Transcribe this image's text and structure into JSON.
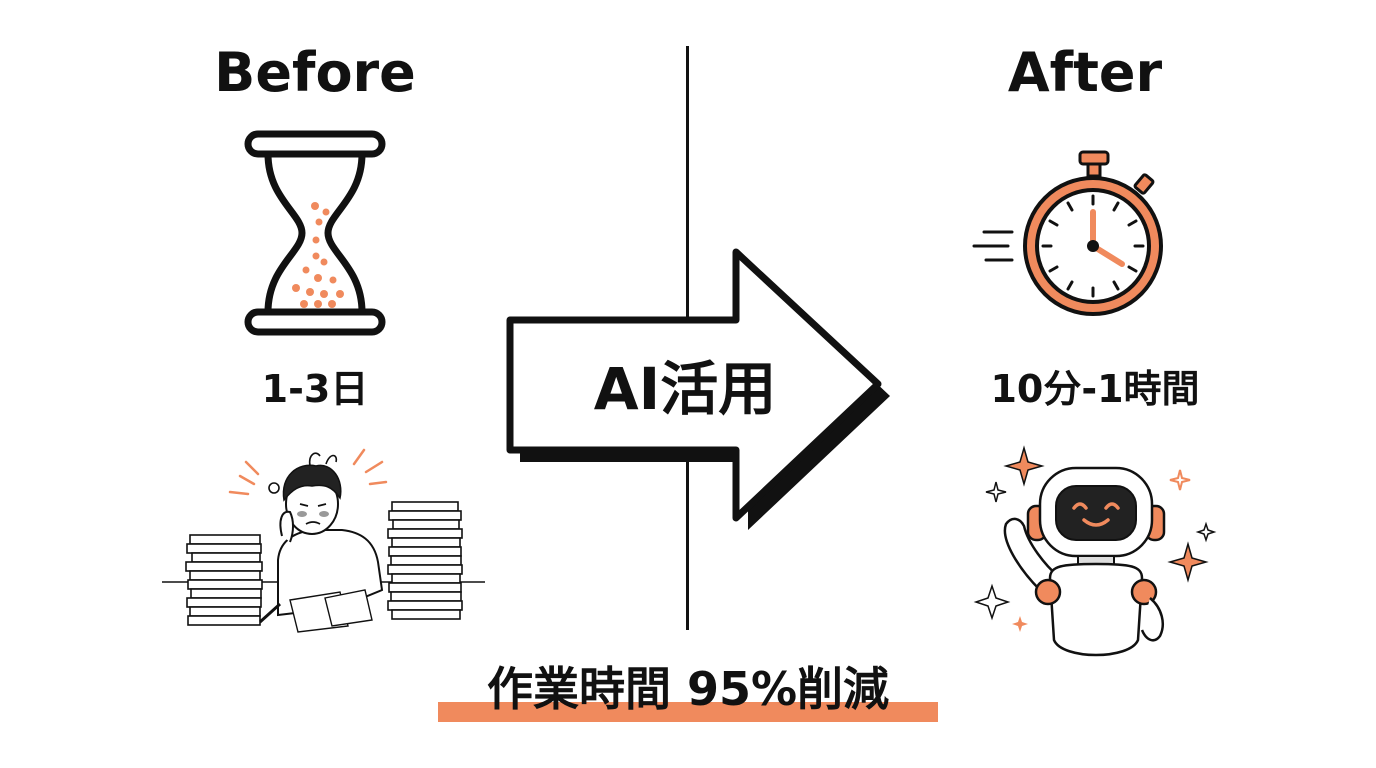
{
  "before": {
    "title": "Before",
    "duration": "1-3日"
  },
  "after": {
    "title": "After",
    "duration": "10分-1時間"
  },
  "arrow": {
    "label": "AI活用"
  },
  "result": {
    "text": "作業時間 95%削減"
  },
  "colors": {
    "accent": "#F08A5D",
    "ink": "#111111",
    "background": "#ffffff"
  },
  "icons": {
    "before_top": "hourglass-icon",
    "before_bottom": "stressed-worker-icon",
    "after_top": "stopwatch-icon",
    "after_bottom": "happy-robot-icon"
  }
}
